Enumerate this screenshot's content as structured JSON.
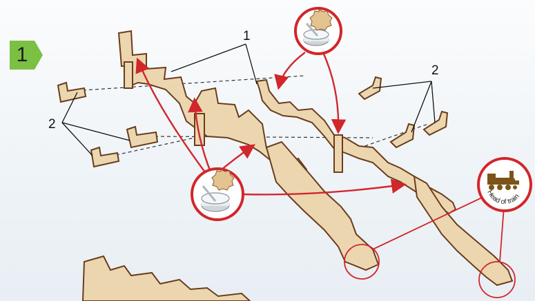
{
  "step": {
    "number": "1",
    "badge_color": "#7cc043"
  },
  "callouts": {
    "part_1": "1",
    "part_2_right": "2",
    "part_2_left": "2"
  },
  "badge_head_of_train": {
    "text": "Head of train",
    "icon": "locomotive-icon"
  },
  "glue_badges": {
    "icon": "glue-pot-icon",
    "count": 2
  },
  "colors": {
    "arrow_red": "#d2262b",
    "wood": "#ecd6b0",
    "wood_dark": "#6a3c1b",
    "leader_line": "#111111"
  }
}
